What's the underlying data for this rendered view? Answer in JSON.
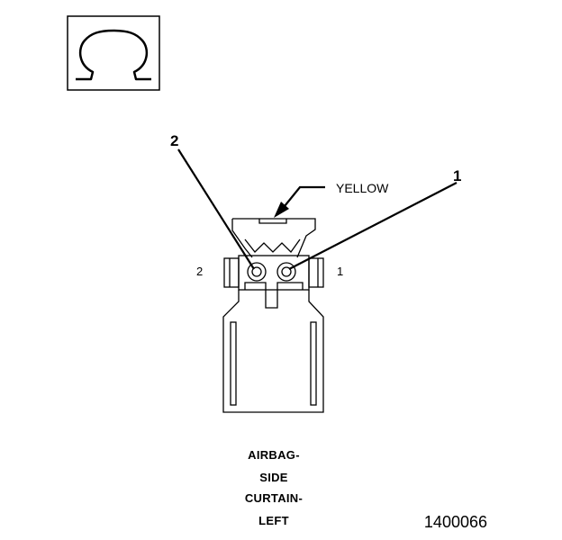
{
  "symbol": {
    "icon": "ohm-symbol-icon",
    "glyph": "Ω"
  },
  "callouts": {
    "pin2_callout": "2",
    "pin1_callout": "1",
    "color_label": "YELLOW"
  },
  "connector": {
    "pin2_label": "2",
    "pin1_label": "1",
    "name_lines": [
      "AIRBAG-",
      "SIDE",
      "CURTAIN-",
      "LEFT"
    ]
  },
  "figure_id": "1400066"
}
